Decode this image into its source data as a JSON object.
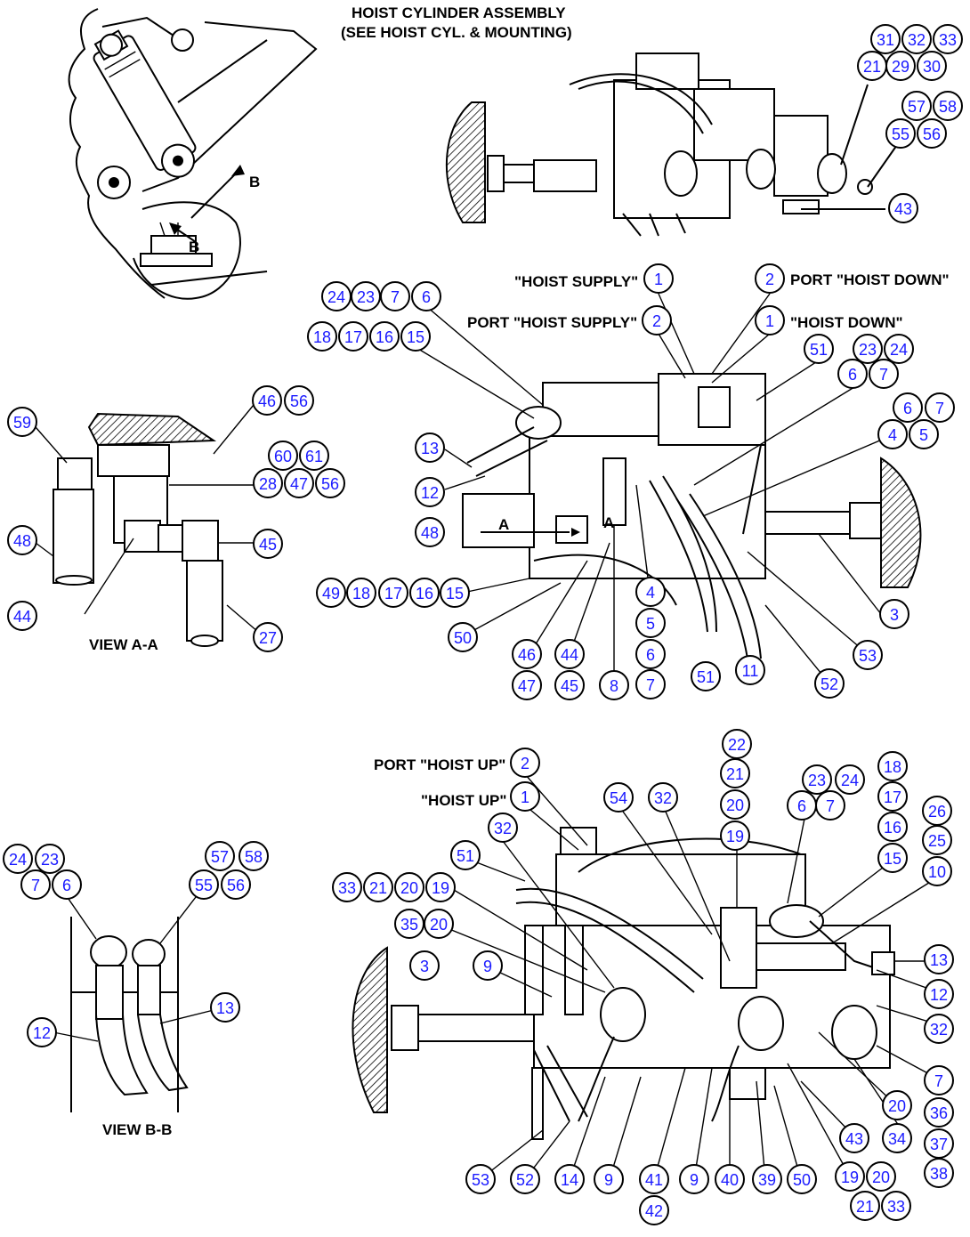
{
  "labels": {
    "hoist_cylinder_title_1": "HOIST CYLINDER ASSEMBLY",
    "hoist_cylinder_title_2": "(SEE HOIST CYL. & MOUNTING)",
    "arrow_b_upper": "B",
    "arrow_b_lower": "B",
    "hoist_supply": "\"HOIST SUPPLY\"",
    "port_hoist_supply": "PORT \"HOIST SUPPLY\"",
    "port_hoist_down": "PORT \"HOIST DOWN\"",
    "hoist_down": "\"HOIST DOWN\"",
    "view_a_a": "VIEW A-A",
    "view_b_b": "VIEW B-B",
    "port_hoist_up": "PORT \"HOIST UP\"",
    "hoist_up": "\"HOIST UP\"",
    "a_marker": "A",
    "a_marker_right": "A"
  },
  "callouts": {
    "top_group": [
      "31",
      "32",
      "33",
      "21",
      "29",
      "30",
      "57",
      "58",
      "55",
      "56",
      "43"
    ],
    "middle_group": [
      "1",
      "2",
      "2",
      "1",
      "24",
      "23",
      "7",
      "6",
      "18",
      "17",
      "16",
      "15",
      "51",
      "23",
      "24",
      "6",
      "7",
      "6",
      "7",
      "4",
      "5",
      "13",
      "12",
      "48",
      "3",
      "49",
      "18",
      "17",
      "16",
      "15",
      "50",
      "4",
      "5",
      "6",
      "7",
      "46",
      "44",
      "47",
      "45",
      "8",
      "51",
      "11",
      "52",
      "53"
    ],
    "view_a_a_group": [
      "59",
      "46",
      "56",
      "60",
      "61",
      "28",
      "47",
      "56",
      "48",
      "45",
      "44",
      "27"
    ],
    "view_b_b_group": [
      "24",
      "23",
      "7",
      "6",
      "57",
      "58",
      "55",
      "56",
      "12",
      "13"
    ],
    "bottom_group": [
      "2",
      "1",
      "22",
      "21",
      "20",
      "19",
      "54",
      "32",
      "32",
      "23",
      "24",
      "6",
      "7",
      "18",
      "17",
      "16",
      "15",
      "26",
      "25",
      "10",
      "51",
      "33",
      "21",
      "20",
      "19",
      "35",
      "20",
      "3",
      "9",
      "13",
      "12",
      "32",
      "7",
      "20",
      "36",
      "34",
      "37",
      "38",
      "43",
      "53",
      "52",
      "14",
      "9",
      "41",
      "42",
      "9",
      "40",
      "39",
      "50",
      "19",
      "20",
      "21",
      "33"
    ]
  },
  "colors": {
    "callout_number": "#1a1aff",
    "line": "#000000",
    "background": "#ffffff"
  }
}
